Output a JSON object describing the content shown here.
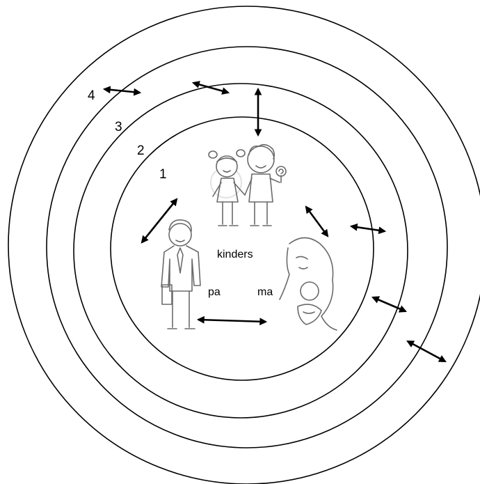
{
  "rings": [
    {
      "label": "1"
    },
    {
      "label": "2"
    },
    {
      "label": "3"
    },
    {
      "label": "4"
    }
  ],
  "members": {
    "children": "kinders",
    "father": "pa",
    "mother": "ma"
  },
  "icons": [
    "children-icon",
    "father-icon",
    "mother-baby-icon"
  ],
  "colors": {
    "line": "#000000",
    "sketch": "#6a6a6a"
  }
}
